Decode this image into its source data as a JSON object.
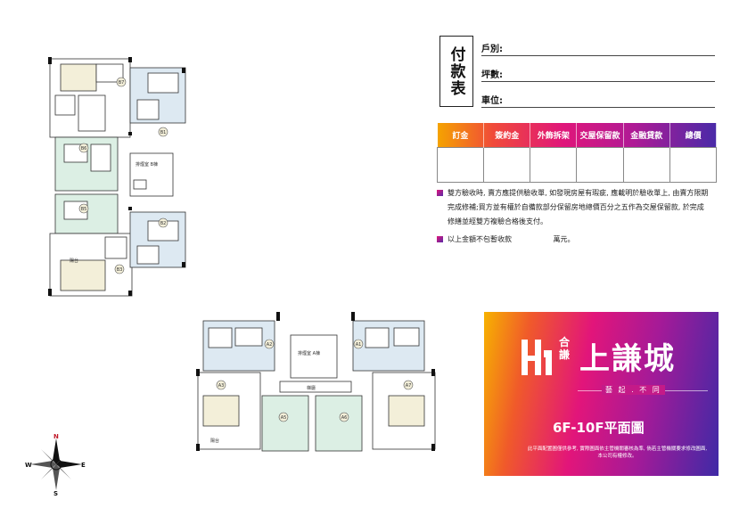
{
  "header": {
    "title_chars": "付款表",
    "fields": [
      {
        "label": "戶別:"
      },
      {
        "label": "坪數:"
      },
      {
        "label": "車位:"
      }
    ]
  },
  "payment_table": {
    "columns": [
      "訂金",
      "簽約金",
      "外飾拆架",
      "交屋保留款",
      "金融貸款",
      "總價"
    ]
  },
  "notes": [
    {
      "lines": [
        "雙方驗收時, 賣方應提供驗收單, 如發現房屋有瑕疵, 應載明於驗收單上, 由賣方限期",
        "完成修補;買方並有權於自備款部分保留房地總價百分之五作為交屋保留款, 於完成",
        "修繕並經雙方複驗合格後支付。"
      ]
    },
    {
      "lines": [
        "以上金額不包暫收款",
        "萬元。"
      ]
    }
  ],
  "brand": {
    "name": "上謙城",
    "small": "合謙",
    "slogan": "藝 起 . 不 同",
    "floor_title": "6F-10F平面圖",
    "disclaimer": "此平面配置圖僅供參考, 實際圖面依主管機關審核為準, 倘若主管機關要求修改圖面, 本公司有權修改。",
    "colors": {
      "gradient_start": "#f7b200",
      "gradient_mid": "#e2157a",
      "gradient_end": "#3f2aa6"
    }
  },
  "plan_top": {
    "unit_labels": [
      "B7",
      "B1",
      "B6",
      "B2",
      "B5",
      "B3"
    ],
    "core_label": "排煙室\nB棟",
    "balcony_label": "陽台"
  },
  "plan_bottom": {
    "unit_labels": [
      "A2",
      "A1",
      "A3",
      "A7",
      "A5",
      "A6"
    ],
    "core_label": "排煙室\nA棟",
    "corridor_label": "梯廳",
    "balcony_label": "陽台"
  },
  "compass": {
    "n": "N",
    "s": "S",
    "e": "E",
    "w": "W"
  }
}
